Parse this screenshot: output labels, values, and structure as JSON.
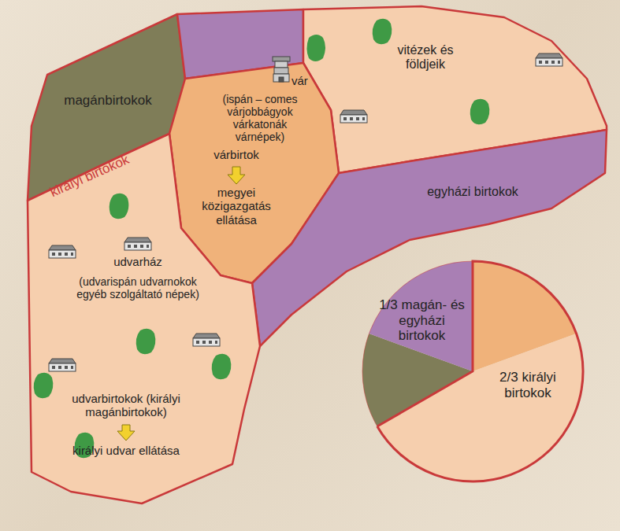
{
  "diagram": {
    "nodes": [
      {
        "text": [
          "magánbirtokok"
        ]
      },
      {
        "text": [
          "vár",
          "(ispán – comes várjobbágyok várkatonák várnépek)",
          "várbirtok",
          "megyei közigazgatás ellátása"
        ]
      },
      {
        "text": [
          "vitézek és földjeik"
        ]
      },
      {
        "text": [
          "egyházi birtokok"
        ]
      },
      {
        "text": [
          "udvarház",
          "(udvarispán udvarnokok egyéb szolgáltató népek)",
          "udvarbirtokok (királyi magánbirtokok)",
          "királyi udvar ellátása"
        ]
      },
      {
        "text": [
          "1/3 magán- és egyházi birtokok"
        ]
      },
      {
        "text": [
          "2/3 királyi birtokok"
        ]
      }
    ],
    "labels": [
      "királyi birtokok"
    ]
  }
}
